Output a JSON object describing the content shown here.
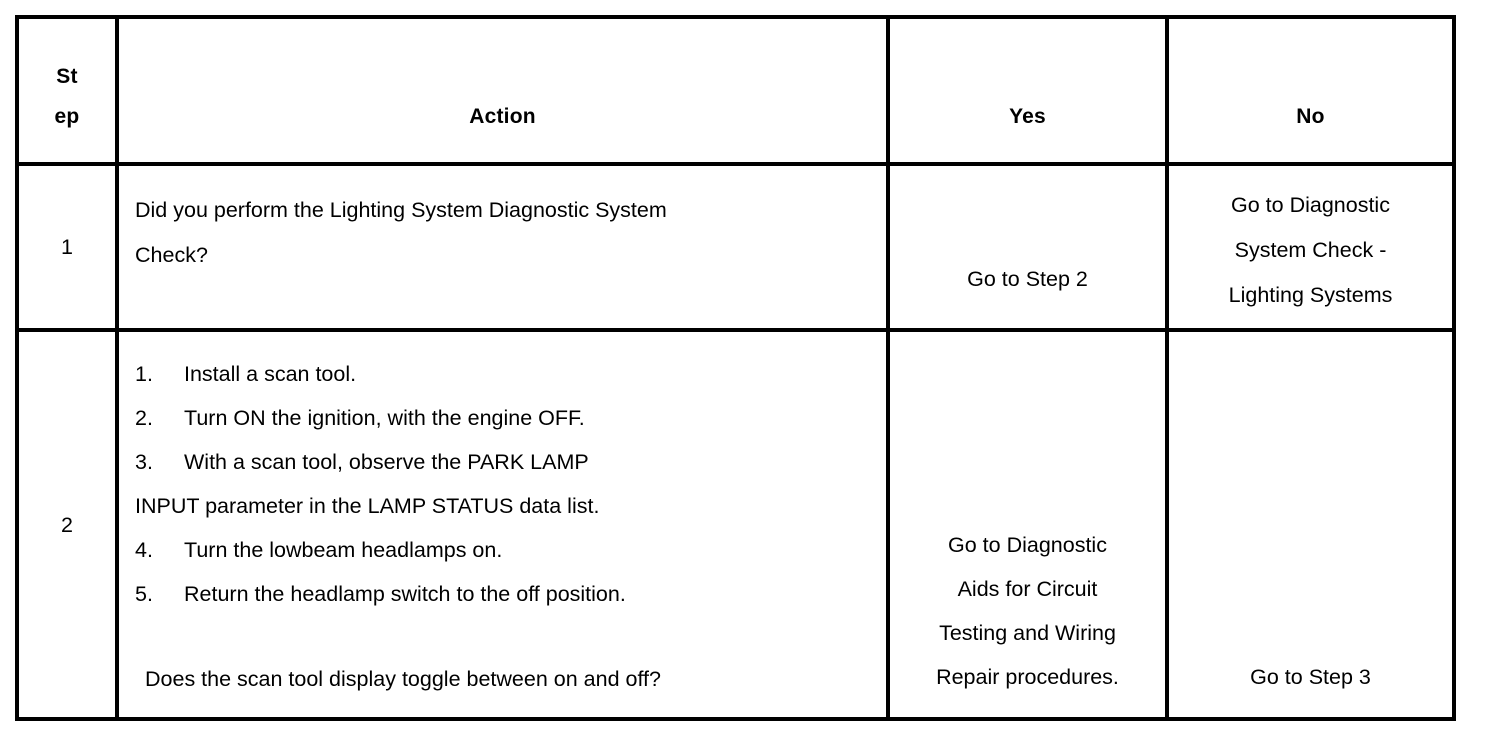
{
  "table": {
    "headers": {
      "step_line1": "St",
      "step_line2": "ep",
      "action": "Action",
      "yes": "Yes",
      "no": "No"
    },
    "rows": [
      {
        "step": "1",
        "action_lines": [
          "Did you perform the Lighting System Diagnostic System",
          "Check?"
        ],
        "yes_lines": [
          "Go to Step 2"
        ],
        "no_lines": [
          "Go to Diagnostic",
          "System Check -",
          "Lighting Systems"
        ]
      },
      {
        "step": "2",
        "action_items": [
          {
            "marker": "1.",
            "text": "Install a scan tool."
          },
          {
            "marker": "2.",
            "text": "Turn ON the ignition, with the engine OFF."
          },
          {
            "marker": "3.",
            "text": "With a scan tool, observe the PARK LAMP"
          }
        ],
        "action_continuation": "INPUT parameter in the LAMP STATUS data list.",
        "action_items_cont": [
          {
            "marker": "4.",
            "text": "Turn the lowbeam headlamps on."
          },
          {
            "marker": "5.",
            "text": "Return the headlamp switch to the off position."
          }
        ],
        "action_question": "Does the scan tool display toggle between on and off?",
        "yes_lines": [
          "Go to Diagnostic",
          "Aids for Circuit",
          "Testing and Wiring",
          "Repair procedures."
        ],
        "no_lines": [
          "Go to Step 3"
        ]
      }
    ]
  },
  "colors": {
    "border": "#000000",
    "text": "#000000",
    "background": "#ffffff"
  }
}
